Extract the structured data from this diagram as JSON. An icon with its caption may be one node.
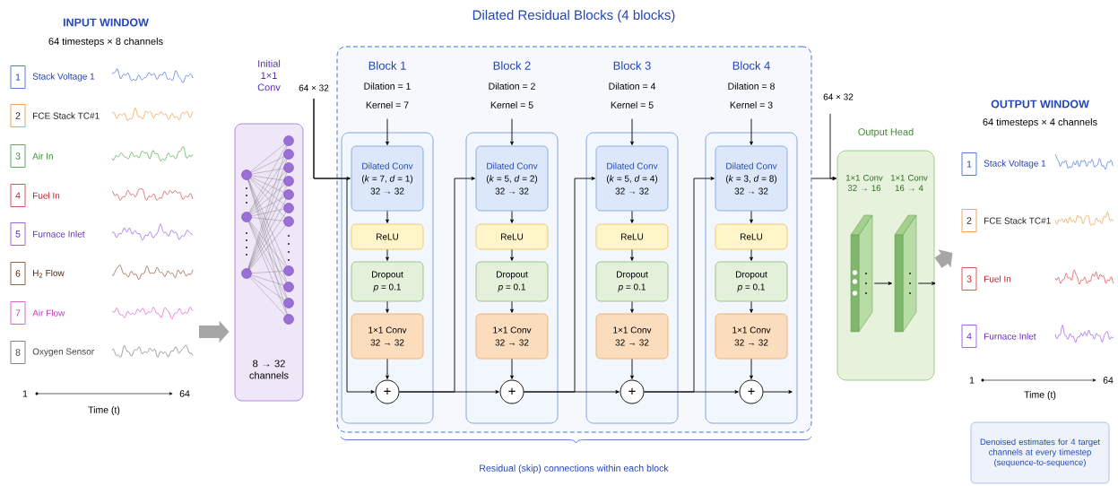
{
  "diagram": {
    "nodes": [
      {
        "text": [
          "1"
        ],
        "beside": [
          "Stack Voltage 1"
        ]
      },
      {
        "text": [
          "2"
        ],
        "beside": [
          "FCE Stack TC#1"
        ]
      },
      {
        "text": [
          "3"
        ],
        "beside": [
          "Air In"
        ]
      },
      {
        "text": [
          "4"
        ],
        "beside": [
          "Fuel In"
        ]
      },
      {
        "text": [
          "5"
        ],
        "beside": [
          "Furnace Inlet"
        ]
      },
      {
        "text": [
          "6"
        ],
        "beside": [
          "H$_{2}$ Flow"
        ]
      },
      {
        "text": [
          "7"
        ],
        "beside": [
          "Air Flow"
        ]
      },
      {
        "text": [
          "8"
        ],
        "beside": [
          "Oxygen Sensor"
        ]
      },
      {
        "text": [
          "Initial 1×1 Conv",
          "8 → 32 channels"
        ]
      },
      {
        "text": [
          "Dilated Residual Blocks (4 blocks)"
        ]
      },
      {
        "text": [
          "Block 1",
          "Dilation = 1",
          "Kernel = 7"
        ],
        "in": 9
      },
      {
        "text": [
          "Dilated Conv",
          "(*k* = 7, *d* = 1)",
          "32 → 32"
        ],
        "in": 10
      },
      {
        "text": [
          "ReLU"
        ],
        "in": 10
      },
      {
        "text": [
          "Dropout",
          "*p* = 0.1"
        ],
        "in": 10
      },
      {
        "text": [
          "1×1 Conv",
          "32 → 32"
        ],
        "in": 10
      },
      {
        "text": [
          "+"
        ],
        "in": 10
      },
      {
        "text": [
          "Block 2",
          "Dilation = 2",
          "Kernel = 5"
        ],
        "in": 9
      },
      {
        "text": [
          "Dilated Conv",
          "(*k* = 5, *d* = 2)",
          "32 → 32"
        ],
        "in": 16
      },
      {
        "text": [
          "ReLU"
        ],
        "in": 16
      },
      {
        "text": [
          "Dropout",
          "*p* = 0.1"
        ],
        "in": 16
      },
      {
        "text": [
          "1×1 Conv",
          "32 → 32"
        ],
        "in": 16
      },
      {
        "text": [
          "+"
        ],
        "in": 16
      },
      {
        "text": [
          "Block 3",
          "Dilation = 4",
          "Kernel = 5"
        ],
        "in": 9
      },
      {
        "text": [
          "Dilated Conv",
          "(*k* = 5, *d* = 4)",
          "32 → 32"
        ],
        "in": 22
      },
      {
        "text": [
          "ReLU"
        ],
        "in": 22
      },
      {
        "text": [
          "Dropout",
          "*p* = 0.1"
        ],
        "in": 22
      },
      {
        "text": [
          "1×1 Conv",
          "32 → 32"
        ],
        "in": 22
      },
      {
        "text": [
          "+"
        ],
        "in": 22
      },
      {
        "text": [
          "Block 4",
          "Dilation = 8",
          "Kernel = 3"
        ],
        "in": 9
      },
      {
        "text": [
          "Dilated Conv",
          "(*k* = 3, *d* = 8)",
          "32 → 32"
        ],
        "in": 28
      },
      {
        "text": [
          "ReLU"
        ],
        "in": 28
      },
      {
        "text": [
          "Dropout",
          "*p* = 0.1"
        ],
        "in": 28
      },
      {
        "text": [
          "1×1 Conv",
          "32 → 32"
        ],
        "in": 28
      },
      {
        "text": [
          "+"
        ],
        "in": 28
      },
      {
        "text": [
          "Output Head",
          "1×1 Conv 32 → 16",
          "1×1 Conv 16 → 4"
        ]
      },
      {
        "text": [],
        "shape": "box",
        "in": 34
      },
      {
        "text": [],
        "shape": "box",
        "in": 34
      },
      {
        "text": [
          "1"
        ],
        "beside": [
          "Stack Voltage 1"
        ]
      },
      {
        "text": [
          "2"
        ],
        "beside": [
          "FCE Stack TC#1"
        ]
      },
      {
        "text": [
          "3"
        ],
        "beside": [
          "Fuel In"
        ]
      },
      {
        "text": [
          "4"
        ],
        "beside": [
          "Furnace Inlet"
        ]
      },
      {
        "text": [
          "Denoised estimates for 4 target channels at every timestep (sequence-to-sequence)"
        ]
      }
    ],
    "edges": [
      {
        "from": null,
        "to": 8,
        "arrow": "to",
        "style": "thick",
        "color": "#a6a6a6"
      },
      {
        "from": null,
        "to": 11,
        "arrow": "to",
        "label": "64 × 32"
      },
      {
        "from": null,
        "to": 15,
        "arrow": "to"
      },
      {
        "from": null,
        "to": 11,
        "arrow": "to"
      },
      {
        "from": 11,
        "to": 12,
        "arrow": "to"
      },
      {
        "from": 12,
        "to": 13,
        "arrow": "to"
      },
      {
        "from": 13,
        "to": 14,
        "arrow": "to"
      },
      {
        "from": 14,
        "to": 15,
        "arrow": "to"
      },
      {
        "from": 15,
        "to": 17,
        "arrow": "to"
      },
      {
        "from": 15,
        "to": 21,
        "arrow": "to"
      },
      {
        "from": null,
        "to": 17,
        "arrow": "to"
      },
      {
        "from": 17,
        "to": 18,
        "arrow": "to"
      },
      {
        "from": 18,
        "to": 19,
        "arrow": "to"
      },
      {
        "from": 19,
        "to": 20,
        "arrow": "to"
      },
      {
        "from": 20,
        "to": 21,
        "arrow": "to"
      },
      {
        "from": 21,
        "to": 23,
        "arrow": "to"
      },
      {
        "from": 21,
        "to": 27,
        "arrow": "to"
      },
      {
        "from": null,
        "to": 23,
        "arrow": "to"
      },
      {
        "from": 23,
        "to": 24,
        "arrow": "to"
      },
      {
        "from": 24,
        "to": 25,
        "arrow": "to"
      },
      {
        "from": 25,
        "to": 26,
        "arrow": "to"
      },
      {
        "from": 26,
        "to": 27,
        "arrow": "to"
      },
      {
        "from": 27,
        "to": 29,
        "arrow": "to"
      },
      {
        "from": 27,
        "to": 33,
        "arrow": "to"
      },
      {
        "from": null,
        "to": 29,
        "arrow": "to"
      },
      {
        "from": 29,
        "to": 30,
        "arrow": "to"
      },
      {
        "from": 30,
        "to": 31,
        "arrow": "to"
      },
      {
        "from": 31,
        "to": 32,
        "arrow": "to"
      },
      {
        "from": 32,
        "to": 33,
        "arrow": "to"
      },
      {
        "from": 33,
        "to": null,
        "arrow": "to"
      },
      {
        "from": 9,
        "to": 34,
        "arrow": "to"
      },
      {
        "from": null,
        "to": 34,
        "arrow": "to",
        "label": "64 × 32"
      },
      {
        "from": 35,
        "to": 36,
        "arrow": "to"
      },
      {
        "from": 36,
        "to": null,
        "arrow": "to"
      },
      {
        "from": 34,
        "to": null,
        "arrow": "to",
        "style": "thick",
        "color": "#a6a6a6"
      }
    ],
    "labels": [
      "INPUT WINDOW",
      "64 timesteps × 8 channels",
      "1",
      "64",
      "Time (t)",
      "Residual (skip) connections within each block",
      "OUTPUT WINDOW",
      "64 timesteps × 4 channels",
      "1",
      "64",
      "Time (t)"
    ]
  }
}
